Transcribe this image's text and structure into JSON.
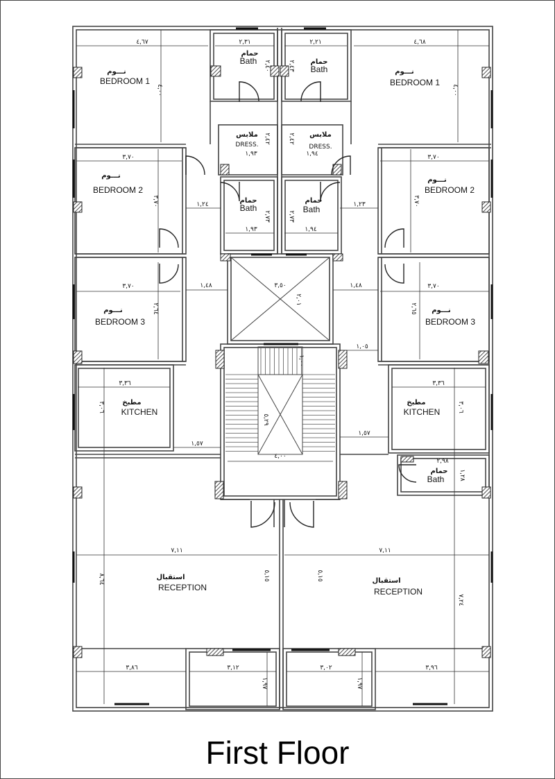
{
  "title": "First Floor",
  "rooms": [
    {
      "en": "BEDROOM 1",
      "ar": "نـــوم"
    },
    {
      "en": "Bath",
      "ar": "حمام"
    },
    {
      "en": "Bath",
      "ar": "حمام"
    },
    {
      "en": "BEDROOM 1",
      "ar": "نـــوم"
    },
    {
      "en": "DRESS.",
      "ar": "ملابس"
    },
    {
      "en": "DRESS.",
      "ar": "ملابس"
    },
    {
      "en": "BEDROOM 2",
      "ar": "نـــوم"
    },
    {
      "en": "Bath",
      "ar": "حمام"
    },
    {
      "en": "Bath",
      "ar": "حمام"
    },
    {
      "en": "BEDROOM 2",
      "ar": "نـــوم"
    },
    {
      "en": "BEDROOM 3",
      "ar": "نـــوم"
    },
    {
      "en": "BEDROOM 3",
      "ar": "نـــوم"
    },
    {
      "en": "KITCHEN",
      "ar": "مطبخ"
    },
    {
      "en": "KITCHEN",
      "ar": "مطبخ"
    },
    {
      "en": "Bath",
      "ar": "حمام"
    },
    {
      "en": "RECEPTION",
      "ar": "استقبال"
    },
    {
      "en": "RECEPTION",
      "ar": "استقبال"
    }
  ],
  "dimensions": [
    "٤,٦٧",
    "٢,٣١",
    "٢,٢١",
    "٤,٦٨",
    "٤,٠٠",
    "٤,٠٠",
    "٢,٤٠",
    "٢,٤٣",
    "٢,٤٢",
    "٢,٤٢",
    "١,٩٣",
    "١,٩٤",
    "٣,٧٠",
    "٣,٧٠",
    "٣,٧٠",
    "٣,٧٠",
    "١,٢٤",
    "١,٢٣",
    "٢,٧٣",
    "٢,٧٣",
    "١,٩٣",
    "١,٩٤",
    "٣,٧٠",
    "٣,٧٠",
    "١,٤٨",
    "٣,٥٠",
    "١,٤٨",
    "٢,٠١",
    "٢,٦٤",
    "٢,٦٥",
    "١,٠٥",
    "١,٠٠",
    "٣,٣٦",
    "٣,٣٦",
    "٣,٠٦",
    "٣,٠٦",
    "٥,٢٩",
    "١,٥٧",
    "١,٥٧",
    "٤,٠٠",
    "٢,٩٨",
    "١,٢٨",
    "٧,١١",
    "٧,١١",
    "٨,٦٤",
    "٥,١٥",
    "٥,١٥",
    "٧,٢٤",
    "٣,٨٦",
    "٣,١٢",
    "٣,٠٢",
    "٣,٩٦",
    "١,٩٧",
    "١,٩٧"
  ]
}
